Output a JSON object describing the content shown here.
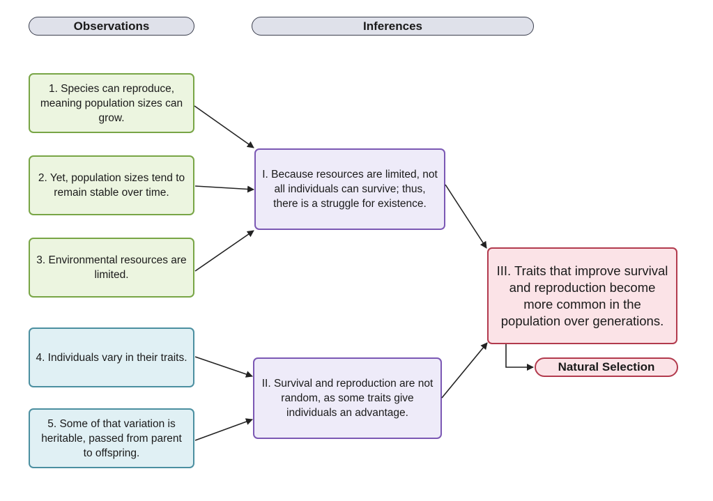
{
  "headers": {
    "observations": "Observations",
    "inferences": "Inferences"
  },
  "observations": [
    "1. Species can reproduce, meaning population sizes can grow.",
    "2. Yet, population sizes tend to remain stable over time.",
    "3. Environmental resources are limited.",
    "4. Individuals vary in their traits.",
    "5. Some of that variation is heritable, passed from parent to offspring."
  ],
  "inferences": [
    "I. Because resources are limited, not all individuals can survive; thus, there is a struggle for existence.",
    "II. Survival and reproduction are not random, as some traits give individuals an advantage.",
    "III. Traits that improve survival and reproduction become more common in the population over generations."
  ],
  "conclusion": "Natural Selection",
  "colors": {
    "observation_fill_1_3": "#ecf5e0",
    "observation_border_1_3": "#78a545",
    "observation_fill_4_5": "#e0f0f4",
    "observation_border_4_5": "#4b8fa0",
    "inference_fill": "#eeebf9",
    "inference_border": "#7b58b4",
    "result_fill": "#fbe3e7",
    "result_border": "#b23a4d",
    "header_fill": "#dfe1ea"
  }
}
